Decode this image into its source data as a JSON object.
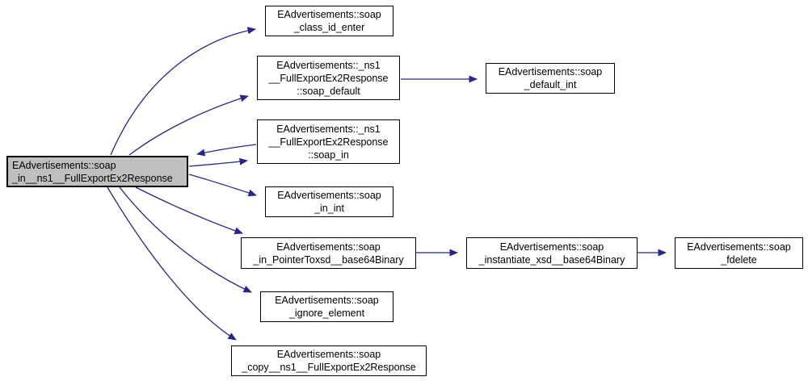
{
  "diagram": {
    "kind": "call-graph",
    "background": "#ffffff",
    "edge_color": "#26268b",
    "node_fill": "#ffffff",
    "node_border": "#000000",
    "focus_node_fill": "#bfbfbf",
    "focus_node_border": "#000000"
  },
  "nodes": {
    "focus": {
      "lines": [
        "EAdvertisements::soap",
        "_in__ns1__FullExportEx2Response"
      ]
    },
    "class_id": {
      "lines": [
        "EAdvertisements::soap",
        "_class_id_enter"
      ]
    },
    "soap_default": {
      "lines": [
        "EAdvertisements::_ns1",
        "__FullExportEx2Response",
        "::soap_default"
      ]
    },
    "default_int": {
      "lines": [
        "EAdvertisements::soap",
        "_default_int"
      ]
    },
    "soap_in": {
      "lines": [
        "EAdvertisements::_ns1",
        "__FullExportEx2Response",
        "::soap_in"
      ]
    },
    "in_int": {
      "lines": [
        "EAdvertisements::soap",
        "_in_int"
      ]
    },
    "in_pointer": {
      "lines": [
        "EAdvertisements::soap",
        "_in_PointerToxsd__base64Binary"
      ]
    },
    "instantiate": {
      "lines": [
        "EAdvertisements::soap",
        "_instantiate_xsd__base64Binary"
      ]
    },
    "fdelete": {
      "lines": [
        "EAdvertisements::soap",
        "_fdelete"
      ]
    },
    "ignore": {
      "lines": [
        "EAdvertisements::soap",
        "_ignore_element"
      ]
    },
    "copy": {
      "lines": [
        "EAdvertisements::soap",
        "_copy__ns1__FullExportEx2Response"
      ]
    }
  },
  "edges": [
    {
      "from": "focus",
      "to": "class_id"
    },
    {
      "from": "focus",
      "to": "soap_default"
    },
    {
      "from": "focus",
      "to": "soap_in"
    },
    {
      "from": "soap_in",
      "to": "focus"
    },
    {
      "from": "focus",
      "to": "in_int"
    },
    {
      "from": "focus",
      "to": "in_pointer"
    },
    {
      "from": "focus",
      "to": "ignore"
    },
    {
      "from": "focus",
      "to": "copy"
    },
    {
      "from": "soap_default",
      "to": "default_int"
    },
    {
      "from": "in_pointer",
      "to": "instantiate"
    },
    {
      "from": "instantiate",
      "to": "fdelete"
    }
  ]
}
